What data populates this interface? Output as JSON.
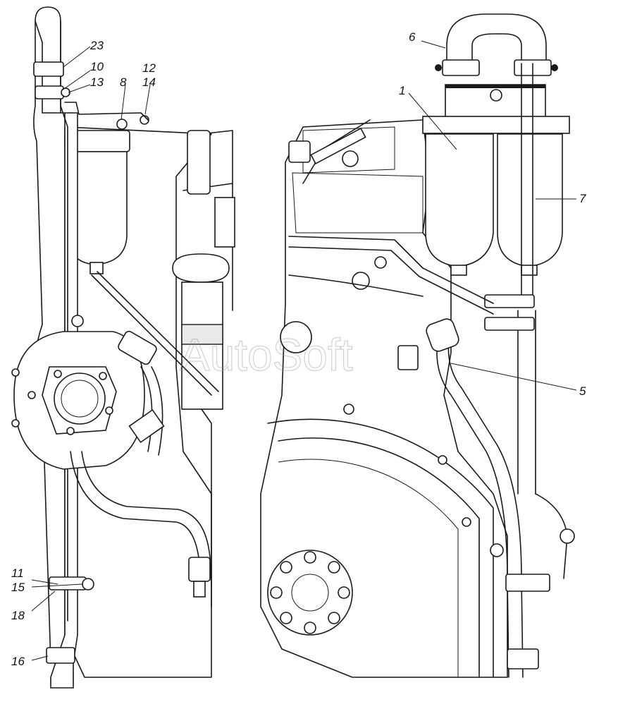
{
  "diagram": {
    "watermark": "AutoSoft",
    "callouts": {
      "c23": "23",
      "c10": "10",
      "c13": "13",
      "c8": "8",
      "c12": "12",
      "c14": "14",
      "c6": "6",
      "c1": "1",
      "c7": "7",
      "c5": "5",
      "c11": "11",
      "c15": "15",
      "c18": "18",
      "c16": "16"
    }
  }
}
